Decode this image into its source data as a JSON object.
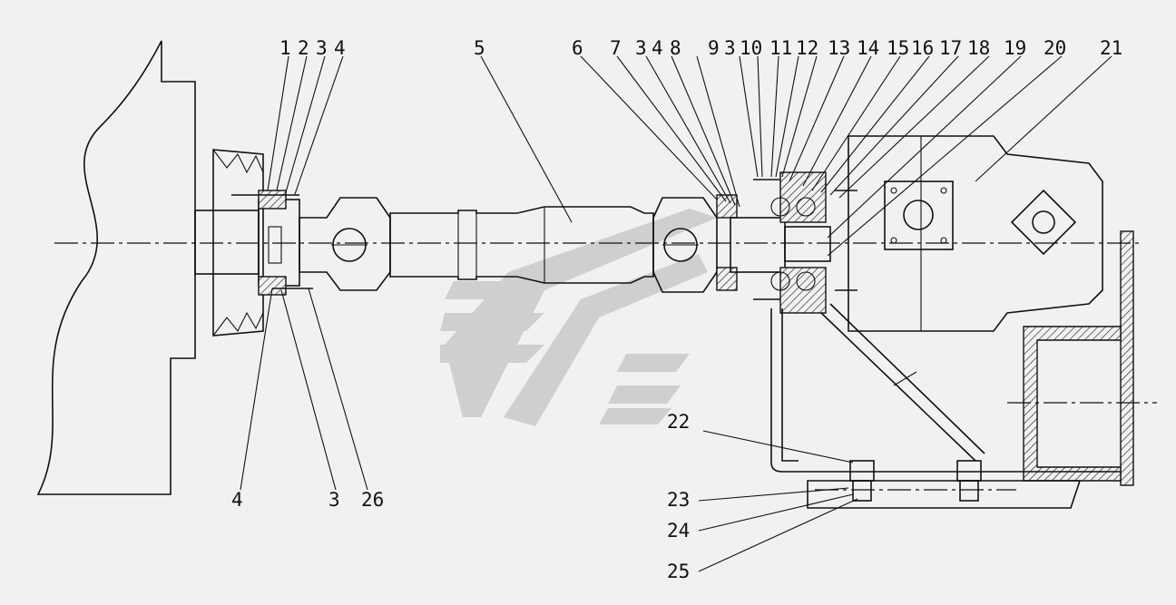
{
  "top_labels": [
    "1",
    "2",
    "3",
    "4",
    "5",
    "6",
    "7",
    "3",
    "4",
    "8",
    "9",
    "3",
    "10",
    "11",
    "12",
    "13",
    "14",
    "15",
    "16",
    "17",
    "18",
    "19",
    "20",
    "21"
  ],
  "bottom_labels": [
    "4",
    "3",
    "26"
  ],
  "right_labels": [
    "22",
    "23",
    "24",
    "25"
  ],
  "colors": {
    "line": "#111111",
    "background": "#f1f1f1",
    "watermark": "#cfcfcf"
  }
}
